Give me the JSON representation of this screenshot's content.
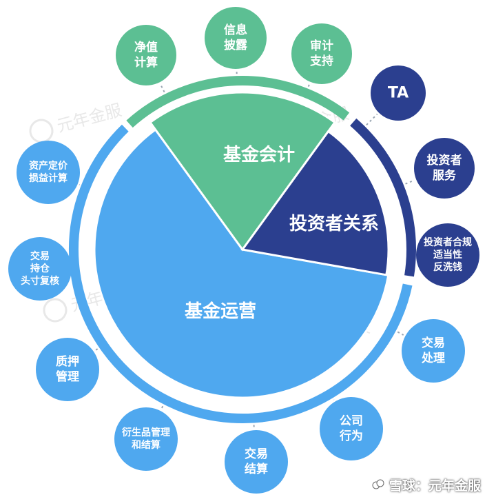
{
  "slices": [
    {
      "id": "operations",
      "label": "基金运营",
      "color": "#4fa8ef"
    },
    {
      "id": "accounting",
      "label": "基金会计",
      "color": "#5cbf93"
    },
    {
      "id": "investor",
      "label": "投资者关系",
      "color": "#2b3f8f"
    }
  ],
  "outer_ring_colors": {
    "operations": "#4fa8ef",
    "accounting": "#5cbf93",
    "investor": "#2b3f8f"
  },
  "nodes": [
    {
      "id": "nav-calc",
      "lines": [
        "净值",
        "计算"
      ],
      "group": "accounting"
    },
    {
      "id": "info-disclosure",
      "lines": [
        "信息",
        "披露"
      ],
      "group": "accounting"
    },
    {
      "id": "audit-support",
      "lines": [
        "审计",
        "支持"
      ],
      "group": "accounting"
    },
    {
      "id": "ta",
      "lines": [
        "TA"
      ],
      "group": "investor"
    },
    {
      "id": "investor-service",
      "lines": [
        "投资者",
        "服务"
      ],
      "group": "investor"
    },
    {
      "id": "compliance",
      "lines": [
        "投资者合规",
        "适当性",
        "反洗钱"
      ],
      "group": "investor"
    },
    {
      "id": "trade-processing",
      "lines": [
        "交易",
        "处理"
      ],
      "group": "operations"
    },
    {
      "id": "corporate-action",
      "lines": [
        "公司",
        "行为"
      ],
      "group": "operations"
    },
    {
      "id": "trade-settlement",
      "lines": [
        "交易",
        "结算"
      ],
      "group": "operations"
    },
    {
      "id": "derivatives",
      "lines": [
        "衍生品管理",
        "和结算"
      ],
      "group": "operations"
    },
    {
      "id": "collateral",
      "lines": [
        "质押",
        "管理"
      ],
      "group": "operations"
    },
    {
      "id": "trade-position",
      "lines": [
        "交易",
        "持仓",
        "头寸复核"
      ],
      "group": "operations"
    },
    {
      "id": "asset-pricing",
      "lines": [
        "资产定价",
        "损益计算"
      ],
      "group": "operations"
    }
  ],
  "watermark": {
    "text": "元年金服"
  },
  "footer": {
    "text": "雪球：元年金服"
  }
}
